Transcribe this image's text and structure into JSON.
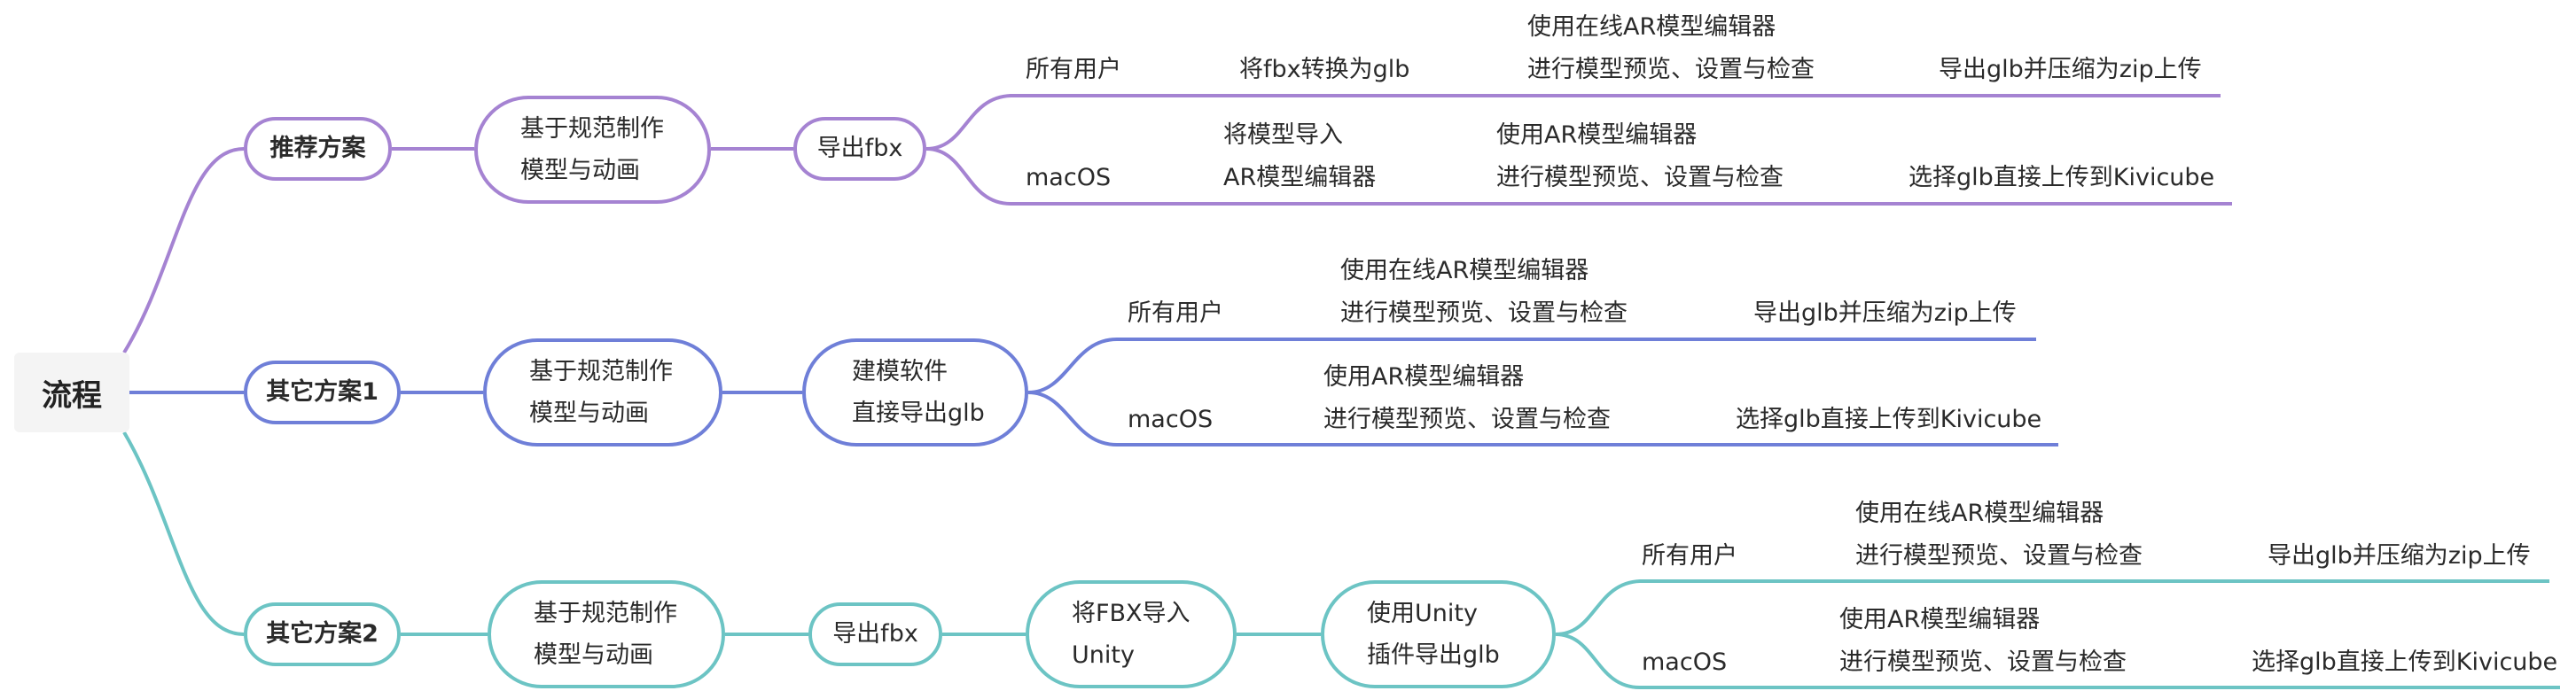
{
  "root": "流程",
  "branches": {
    "b1": {
      "color": "#a583d2",
      "title": "推荐方案",
      "rule": [
        "基于规范制作",
        "模型与动画"
      ],
      "export": "导出fbx",
      "rows": {
        "all": {
          "user": "所有用户",
          "extra": "将fbx转换为glb",
          "edit": [
            "使用在线AR模型编辑器",
            "进行模型预览、设置与检查"
          ],
          "final": "导出glb并压缩为zip上传"
        },
        "mac": {
          "user": "macOS",
          "extra": [
            "将模型导入",
            "AR模型编辑器"
          ],
          "edit": [
            "使用AR模型编辑器",
            "进行模型预览、设置与检查"
          ],
          "final": "选择glb直接上传到Kivicube"
        }
      }
    },
    "b2": {
      "color": "#6f7fd8",
      "title": "其它方案1",
      "rule": [
        "基于规范制作",
        "模型与动画"
      ],
      "export": [
        "建模软件",
        "直接导出glb"
      ],
      "rows": {
        "all": {
          "user": "所有用户",
          "edit": [
            "使用在线AR模型编辑器",
            "进行模型预览、设置与检查"
          ],
          "final": "导出glb并压缩为zip上传"
        },
        "mac": {
          "user": "macOS",
          "edit": [
            "使用AR模型编辑器",
            "进行模型预览、设置与检查"
          ],
          "final": "选择glb直接上传到Kivicube"
        }
      }
    },
    "b3": {
      "color": "#6cc4c4",
      "title": "其它方案2",
      "rule": [
        "基于规范制作",
        "模型与动画"
      ],
      "export": "导出fbx",
      "import": [
        "将FBX导入",
        "Unity"
      ],
      "plugin": [
        "使用Unity",
        "插件导出glb"
      ],
      "rows": {
        "all": {
          "user": "所有用户",
          "edit": [
            "使用在线AR模型编辑器",
            "进行模型预览、设置与检查"
          ],
          "final": "导出glb并压缩为zip上传"
        },
        "mac": {
          "user": "macOS",
          "edit": [
            "使用AR模型编辑器",
            "进行模型预览、设置与检查"
          ],
          "final": "选择glb直接上传到Kivicube"
        }
      }
    }
  }
}
